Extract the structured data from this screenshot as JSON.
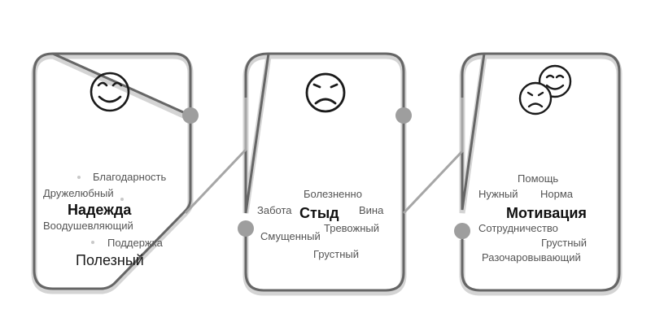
{
  "colors": {
    "card_border": "#666666",
    "card_shadow": "#bdbdbd",
    "connector": "#a6a6a6",
    "node": "#9e9e9e",
    "face_stroke": "#1a1a1a",
    "word_muted": "#555555",
    "word_strong": "#111111"
  },
  "cards": [
    {
      "icon": "smiling-face-icon",
      "title": "Надежда",
      "words": [
        "Благодарность",
        "Дружелюбный",
        "Воодушевляющий",
        "Поддержка",
        "Полезный"
      ]
    },
    {
      "icon": "sad-face-icon",
      "title": "Стыд",
      "words": [
        "Болезненно",
        "Забота",
        "Вина",
        "Тревожный",
        "Смущенный",
        "Грустный"
      ]
    },
    {
      "icon": "sad-and-happy-faces-icon",
      "title": "Мотивация",
      "words": [
        "Помощь",
        "Нужный",
        "Норма",
        "Сотрудничество",
        "Грустный",
        "Разочаровывающий"
      ]
    }
  ]
}
